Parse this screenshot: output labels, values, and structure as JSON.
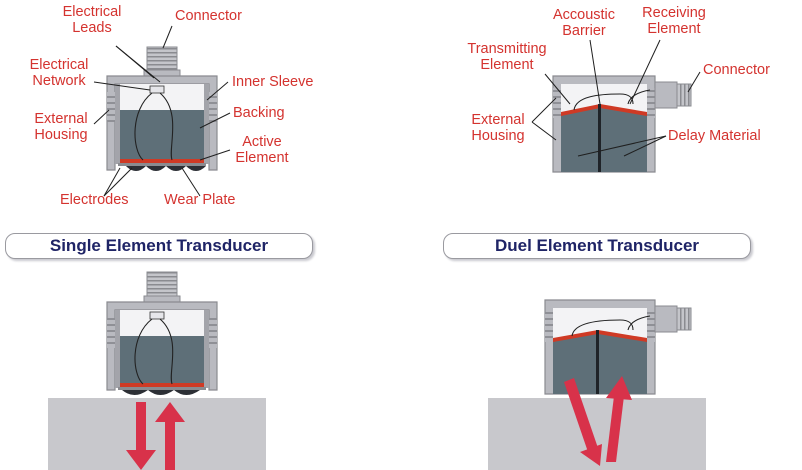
{
  "single": {
    "labels": {
      "electrical_leads": "Electrical\nLeads",
      "connector": "Connector",
      "electrical_network": "Electrical\nNetwork",
      "inner_sleeve": "Inner Sleeve",
      "backing": "Backing",
      "external_housing": "External\nHousing",
      "active_element": "Active\nElement",
      "electrodes": "Electrodes",
      "wear_plate": "Wear Plate"
    },
    "caption": "Single Element Transducer"
  },
  "dual": {
    "labels": {
      "acoustic_barrier": "Accoustic\nBarrier",
      "receiving_element": "Receiving\nElement",
      "transmitting_element": "Transmitting\nElement",
      "connector": "Connector",
      "external_housing": "External\nHousing",
      "delay_material": "Delay Material"
    },
    "caption": "Duel Element Transducer"
  },
  "colors": {
    "label_red": "#d4332f",
    "caption_navy": "#1f2466",
    "housing_gray": "#b9bac0",
    "backing_slate": "#5e6f78",
    "element_red": "#cf3a25",
    "ground_gray": "#c8c8cc",
    "arrow_crimson": "#d8324a"
  }
}
